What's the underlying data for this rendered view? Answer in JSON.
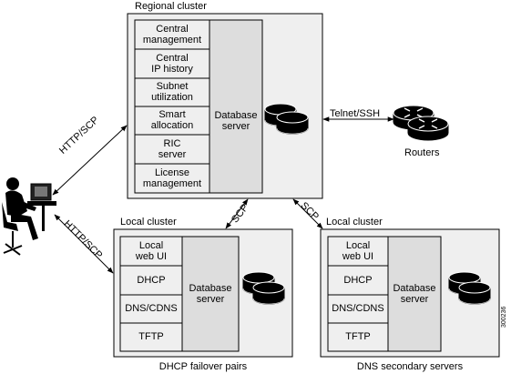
{
  "regional": {
    "title": "Regional cluster",
    "modules": [
      [
        "Central",
        "management"
      ],
      [
        "Central",
        "IP history"
      ],
      [
        "Subnet",
        "utilization"
      ],
      [
        "Smart",
        "allocation"
      ],
      [
        "RIC",
        "server"
      ],
      [
        "License",
        "management"
      ]
    ],
    "db": [
      "Database",
      "server"
    ]
  },
  "local_left": {
    "title": "Local cluster",
    "modules": [
      [
        "Local",
        "web UI"
      ],
      [
        "DHCP"
      ],
      [
        "DNS/CDNS"
      ],
      [
        "TFTP"
      ]
    ],
    "db": [
      "Database",
      "server"
    ],
    "caption": "DHCP failover pairs"
  },
  "local_right": {
    "title": "Local cluster",
    "modules": [
      [
        "Local",
        "web UI"
      ],
      [
        "DHCP"
      ],
      [
        "DNS/CDNS"
      ],
      [
        "TFTP"
      ]
    ],
    "db": [
      "Database",
      "server"
    ],
    "caption": "DNS secondary servers"
  },
  "links": {
    "telnet": "Telnet/SSH",
    "http_regional": "HTTP/SCP",
    "http_local": "HTTP/SCP",
    "scp_left": "SCP",
    "scp_right": "SCP"
  },
  "routers_label": "Routers",
  "figure_id": "300236"
}
